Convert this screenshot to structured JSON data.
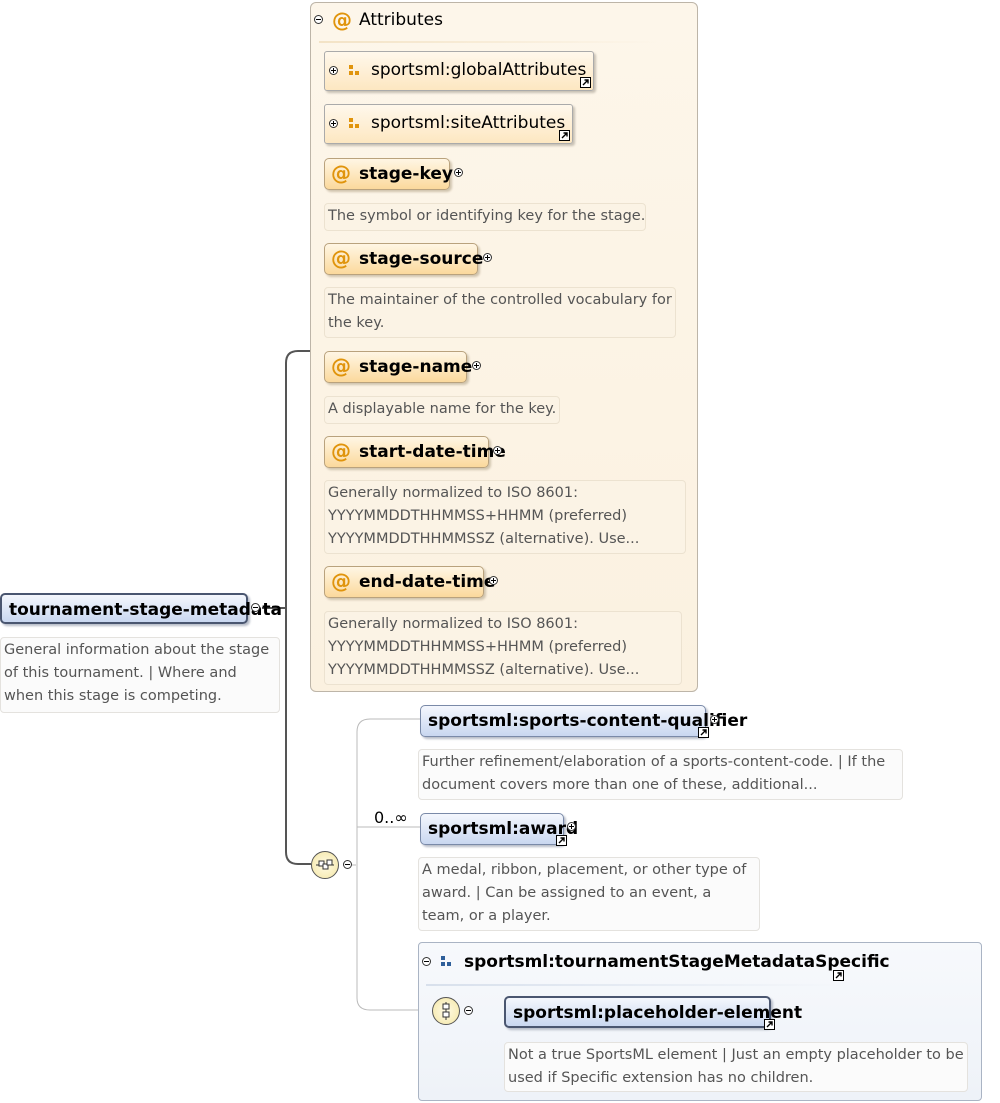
{
  "root": {
    "name": "tournament-stage-metadata",
    "doc": [
      "General information about the stage",
      "of this tournament. | Where and",
      "when this stage is competing."
    ]
  },
  "attributes_group": {
    "title": "Attributes",
    "symbol": "@",
    "attribute_groups": [
      {
        "name": "sportsml:globalAttributes"
      },
      {
        "name": "sportsml:siteAttributes"
      }
    ],
    "attributes": [
      {
        "name": "stage-key",
        "doc": [
          "The symbol or identifying key for the stage."
        ]
      },
      {
        "name": "stage-source",
        "doc": [
          "The maintainer of the controlled vocabulary for",
          "the key."
        ]
      },
      {
        "name": "stage-name",
        "doc": [
          "A displayable name for the key."
        ]
      },
      {
        "name": "start-date-time",
        "doc": [
          "Generally normalized to ISO 8601:",
          "YYYYMMDDTHHMMSS+HHMM (preferred)",
          "YYYYMMDDTHHMMSSZ (alternative). Use..."
        ]
      },
      {
        "name": "end-date-time",
        "doc": [
          "Generally normalized to ISO 8601:",
          "YYYYMMDDTHHMMSS+HHMM (preferred)",
          "YYYYMMDDTHHMMSSZ (alternative). Use..."
        ]
      }
    ]
  },
  "sequence": {
    "occurrence": "0..∞",
    "elements": [
      {
        "name": "sportsml:sports-content-qualifier",
        "doc": [
          "Further refinement/elaboration of a sports-content-code. | If the",
          "document covers more than one of these, additional..."
        ]
      },
      {
        "name": "sportsml:award",
        "doc": [
          "A medal, ribbon, placement, or other type of",
          "award. | Can be assigned to an event, a",
          "team, or a player."
        ]
      }
    ],
    "group": {
      "name": "sportsml:tournamentStageMetadataSpecific",
      "element": {
        "name": "sportsml:placeholder-element",
        "doc": [
          "Not a true SportsML element | Just an empty placeholder to be",
          "used if Specific extension has no children."
        ]
      }
    }
  },
  "colors": {
    "attribute_fill": "#fbd99c",
    "element_fill": "#c9d7f0",
    "at_symbol": "#e0940c",
    "group_icon": "#e0940c",
    "element_group_icon": "#2f5f9a"
  }
}
